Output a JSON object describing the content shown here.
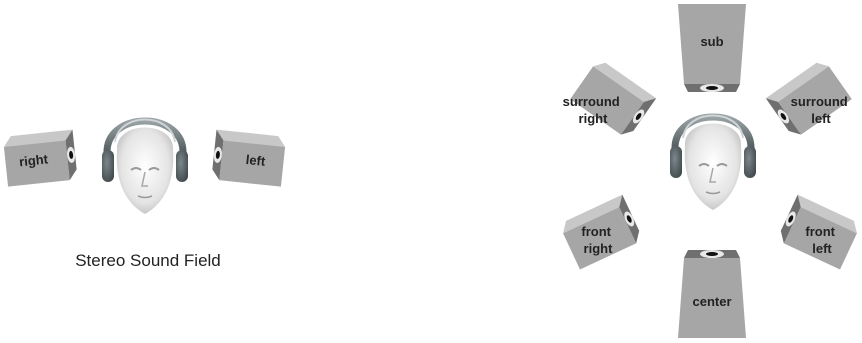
{
  "stereo": {
    "caption": "Stereo Sound Field",
    "speakers": {
      "right": "right",
      "left": "left"
    }
  },
  "surround": {
    "speakers": {
      "sub": "sub",
      "surround_right": [
        "surround",
        "right"
      ],
      "surround_left": [
        "surround",
        "left"
      ],
      "front_right": [
        "front",
        "right"
      ],
      "front_left": [
        "front",
        "left"
      ],
      "center": "center"
    }
  },
  "colors": {
    "speaker_face": "#a6a6a6",
    "speaker_side": "#6f6f6f",
    "speaker_top": "#c8c8c8",
    "headphone": "#5a6468"
  }
}
